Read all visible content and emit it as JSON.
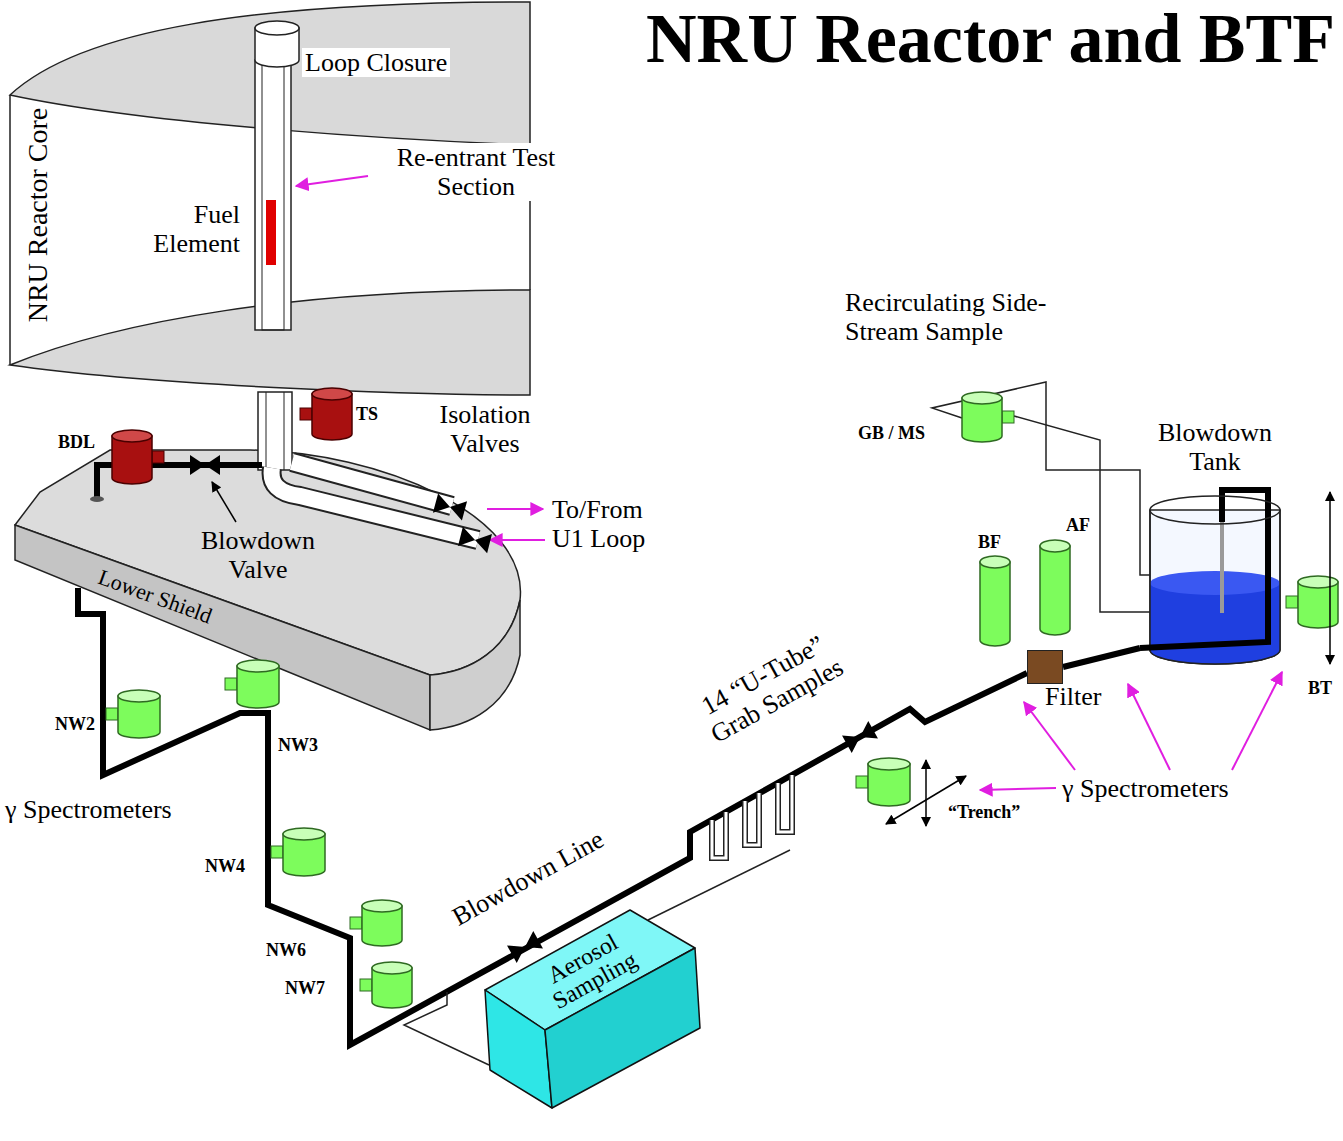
{
  "diagram": {
    "title": "NRU Reactor and BTF",
    "nodes": [
      {
        "text": [
          "Aerosol Sampling"
        ]
      },
      {
        "text": [
          "Filter"
        ]
      },
      {
        "text": [
          "Blowdown Tank"
        ]
      }
    ],
    "edges": [
      {
        "from": 1,
        "to": 2,
        "arrow": "none"
      }
    ],
    "labels": [
      "Loop Closure",
      "NRU Reactor Core",
      "Re-entrant Test Section",
      "Fuel Element",
      "TS",
      "BDL",
      "Isolation Valves",
      "To/From U1 Loop",
      "Blowdown Valve",
      "Lower Shield",
      "NW2",
      "NW3",
      "γ Spectrometers",
      "NW4",
      "NW6",
      "NW7",
      "Blowdown Line",
      "14 “U-Tube” Grab Samples",
      "“Trench”",
      "γ Spectrometers",
      "BF",
      "AF",
      "GB / MS",
      "Recirculating Side-Stream Sample",
      "BT"
    ]
  }
}
